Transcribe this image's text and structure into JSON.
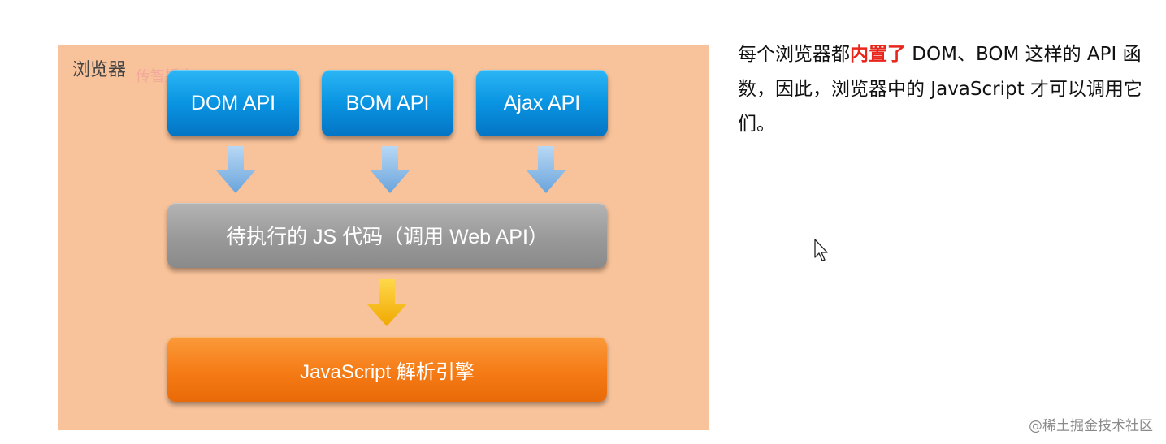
{
  "diagram": {
    "container_label": "浏览器",
    "watermark": "传智播客2178",
    "apis": [
      {
        "label": "DOM API"
      },
      {
        "label": "BOM API"
      },
      {
        "label": "Ajax API"
      }
    ],
    "code_box": "待执行的 JS 代码（调用 Web API）",
    "engine_box": "JavaScript 解析引擎",
    "colors": {
      "panel": "#f8c29a",
      "api_box": "#0994e2",
      "code_box": "#999999",
      "engine_box": "#f57b16",
      "api_arrow": "#8ebfe8",
      "engine_arrow": "#f8b800"
    }
  },
  "description": {
    "prefix": "每个浏览器都",
    "highlight": "内置了",
    "suffix": " DOM、BOM 这样的 API 函数，因此，浏览器中的 JavaScript 才可以调用它们。"
  },
  "credit": "@稀土掘金技术社区",
  "cursor_icon": "mouse-pointer-icon"
}
